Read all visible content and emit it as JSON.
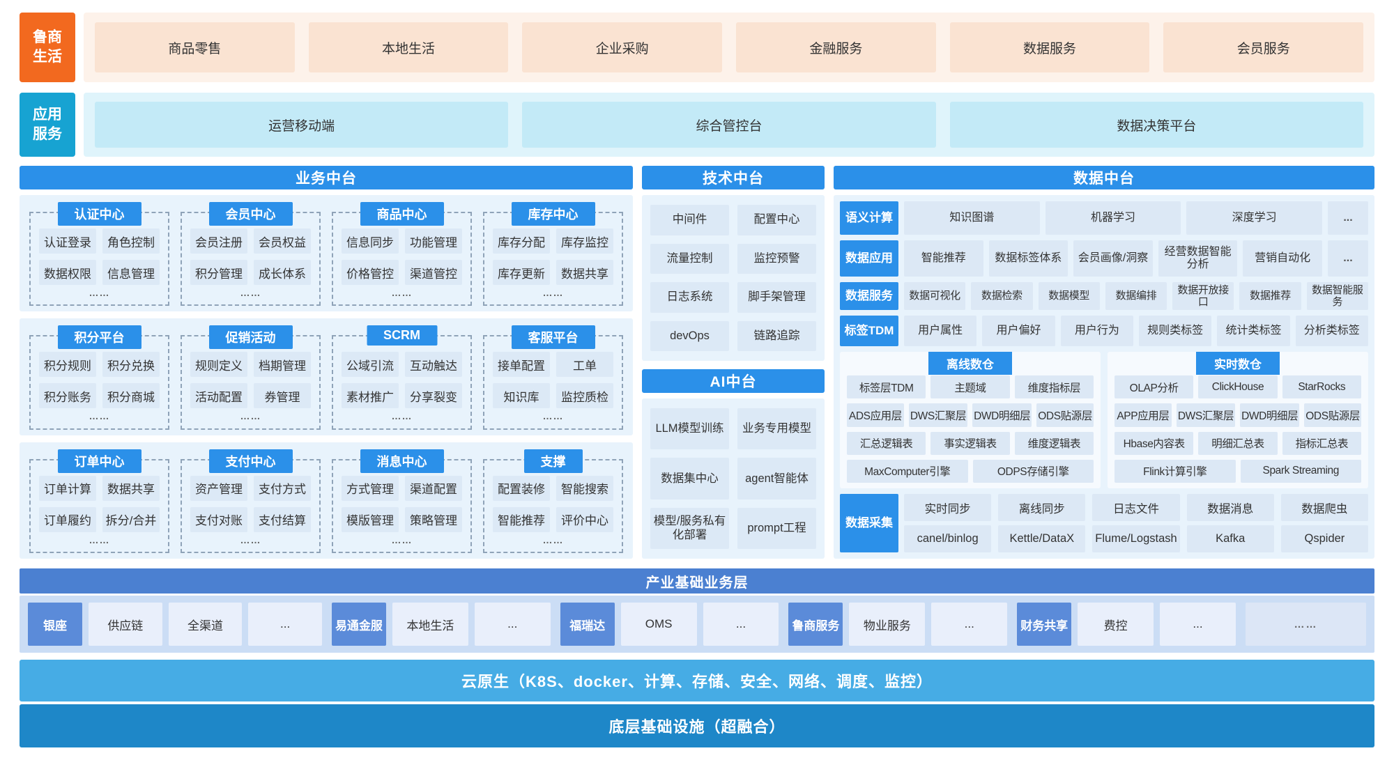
{
  "brand": {
    "logo": "鲁商生活",
    "tabs": [
      "商品零售",
      "本地生活",
      "企业采购",
      "金融服务",
      "数据服务",
      "会员服务"
    ]
  },
  "app_services": {
    "label": "应用服务",
    "items": [
      "运营移动端",
      "综合管控台",
      "数据决策平台"
    ]
  },
  "business": {
    "title": "业务中台",
    "groups_rows": [
      [
        {
          "name": "认证中心",
          "items": [
            "认证登录",
            "角色控制",
            "数据权限",
            "信息管理"
          ],
          "more": "……"
        },
        {
          "name": "会员中心",
          "items": [
            "会员注册",
            "会员权益",
            "积分管理",
            "成长体系"
          ],
          "more": "……"
        },
        {
          "name": "商品中心",
          "items": [
            "信息同步",
            "功能管理",
            "价格管控",
            "渠道管控"
          ],
          "more": "……"
        },
        {
          "name": "库存中心",
          "items": [
            "库存分配",
            "库存监控",
            "库存更新",
            "数据共享"
          ],
          "more": "……"
        }
      ],
      [
        {
          "name": "积分平台",
          "items": [
            "积分规则",
            "积分兑换",
            "积分账务",
            "积分商城"
          ],
          "more": "……"
        },
        {
          "name": "促销活动",
          "items": [
            "规则定义",
            "档期管理",
            "活动配置",
            "券管理"
          ],
          "more": "……"
        },
        {
          "name": "SCRM",
          "items": [
            "公域引流",
            "互动触达",
            "素材推广",
            "分享裂变"
          ],
          "more": "……"
        },
        {
          "name": "客服平台",
          "items": [
            "接单配置",
            "工单",
            "知识库",
            "监控质检"
          ],
          "more": "……"
        }
      ],
      [
        {
          "name": "订单中心",
          "items": [
            "订单计算",
            "数据共享",
            "订单履约",
            "拆分/合并"
          ],
          "more": "……"
        },
        {
          "name": "支付中心",
          "items": [
            "资产管理",
            "支付方式",
            "支付对账",
            "支付结算"
          ],
          "more": "……"
        },
        {
          "name": "消息中心",
          "items": [
            "方式管理",
            "渠道配置",
            "模版管理",
            "策略管理"
          ],
          "more": "……"
        },
        {
          "name": "支撑",
          "items": [
            "配置装修",
            "智能搜索",
            "智能推荐",
            "评价中心"
          ],
          "more": "……"
        }
      ]
    ]
  },
  "tech": {
    "title": "技术中台",
    "items": [
      "中间件",
      "配置中心",
      "流量控制",
      "监控预警",
      "日志系统",
      "脚手架管理",
      "devOps",
      "链路追踪"
    ]
  },
  "ai": {
    "title": "AI中台",
    "items": [
      "LLM模型训练",
      "业务专用模型",
      "数据集中心",
      "agent智能体",
      "模型/服务私有化部署",
      "prompt工程"
    ]
  },
  "data": {
    "title": "数据中台",
    "service_rows": [
      {
        "label": "语义计算",
        "items": [
          "知识图谱",
          "机器学习",
          "深度学习",
          "..."
        ]
      },
      {
        "label": "数据应用",
        "items": [
          "智能推荐",
          "数据标签体系",
          "会员画像/洞察",
          "经营数据智能分析",
          "营销自动化",
          "..."
        ]
      },
      {
        "label": "数据服务",
        "items": [
          "数据可视化",
          "数据检索",
          "数据模型",
          "数据编排",
          "数据开放接口",
          "数据推荐",
          "数据智能服务"
        ]
      },
      {
        "label": "标签TDM",
        "items": [
          "用户属性",
          "用户偏好",
          "用户行为",
          "规则类标签",
          "统计类标签",
          "分析类标签"
        ]
      }
    ],
    "warehouses": [
      {
        "title": "离线数仓",
        "rows": [
          [
            "标签层TDM",
            "主题域",
            "维度指标层"
          ],
          [
            "ADS应用层",
            "DWS汇聚层",
            "DWD明细层",
            "ODS贴源层"
          ],
          [
            "汇总逻辑表",
            "事实逻辑表",
            "维度逻辑表"
          ],
          [
            "MaxComputer引擎",
            "ODPS存储引擎"
          ]
        ]
      },
      {
        "title": "实时数仓",
        "rows": [
          [
            "OLAP分析",
            "ClickHouse",
            "StarRocks"
          ],
          [
            "APP应用层",
            "DWS汇聚层",
            "DWD明细层",
            "ODS贴源层"
          ],
          [
            "Hbase内容表",
            "明细汇总表",
            "指标汇总表"
          ],
          [
            "Flink计算引擎",
            "Spark Streaming"
          ]
        ]
      }
    ],
    "collection": {
      "label": "数据采集",
      "columns": [
        {
          "top": "实时同步",
          "bottom": "canel/binlog"
        },
        {
          "top": "离线同步",
          "bottom": "Kettle/DataX"
        },
        {
          "top": "日志文件",
          "bottom": "Flume/Logstash"
        },
        {
          "top": "数据消息",
          "bottom": "Kafka"
        },
        {
          "top": "数据爬虫",
          "bottom": "Qspider"
        }
      ]
    }
  },
  "industry": {
    "title": "产业基础业务层",
    "groups": [
      {
        "lead": "银座",
        "items": [
          "供应链",
          "全渠道",
          "..."
        ]
      },
      {
        "lead": "易通金服",
        "items": [
          "本地生活",
          "..."
        ]
      },
      {
        "lead": "福瑞达",
        "items": [
          "OMS",
          "..."
        ]
      },
      {
        "lead": "鲁商服务",
        "items": [
          "物业服务",
          "..."
        ]
      },
      {
        "lead": "财务共享",
        "items": [
          "费控",
          "..."
        ]
      }
    ],
    "trailing": "……"
  },
  "bars": {
    "cloud": "云原生（K8S、docker、计算、存储、安全、网络、调度、监控）",
    "infra": "底层基础设施（超融合）"
  },
  "colors": {
    "brand_orange": "#F2691F",
    "brand_strip": "#FDF2EA",
    "brand_tab": "#FAE3D2",
    "app_cyan": "#17A3D2",
    "app_strip": "#DFF4FB",
    "app_box": "#C3EAF7",
    "section_blue": "#2B90E9",
    "section_bg": "#E8F3FC",
    "item_box": "#DCE8F5",
    "industry_header": "#4B80D1",
    "industry_body": "#CBDDF5",
    "industry_lead": "#5B8BD9",
    "industry_item": "#E9EFFB",
    "cloud_bar": "#46ACE5",
    "infra_bar": "#1E87C8"
  }
}
